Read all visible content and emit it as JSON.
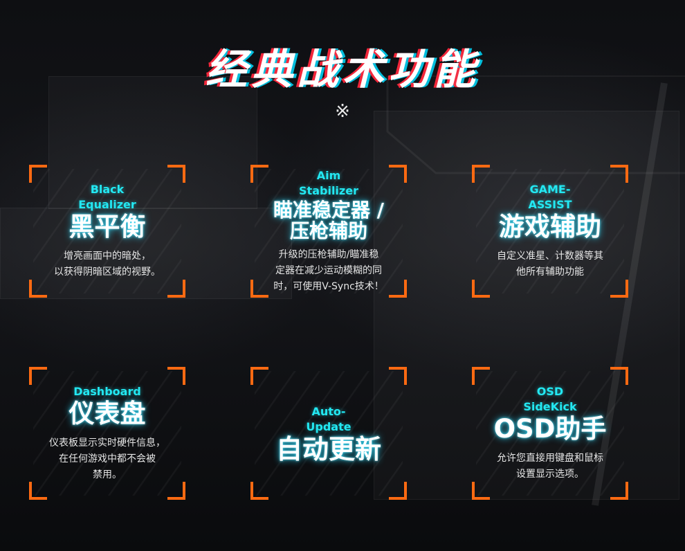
{
  "title": "经典战术功能",
  "mark": "※",
  "features": [
    {
      "en": "Black\nEqualizer",
      "zh": "黑平衡",
      "desc": "增亮画面中的暗处，\n以获得阴暗区域的视野。"
    },
    {
      "en": "Aim\nStabilizer",
      "zh": "瞄准稳定器 /\n压枪辅助",
      "desc": "升级的压枪辅助/瞄准稳\n定器在减少运动模糊的同\n时，可使用V-Sync技术！"
    },
    {
      "en": "GAME-\nASSIST",
      "zh": "游戏辅助",
      "desc": "自定义准星、计数器等其\n他所有辅助功能"
    },
    {
      "en": "Dashboard",
      "zh": "仪表盘",
      "desc": "仪表板显示实时硬件信息，\n在任何游戏中都不会被\n禁用。"
    },
    {
      "en": "Auto-\nUpdate",
      "zh": "自动更新",
      "desc": ""
    },
    {
      "en": "OSD\nSideKick",
      "zh": "OSD助手",
      "desc": "允许您直接用键盘和鼠标\n设置显示选项。"
    }
  ],
  "colors": {
    "accent_orange": "#ff6a12",
    "accent_cyan": "#23e8f2",
    "title_red": "#ff283c"
  }
}
